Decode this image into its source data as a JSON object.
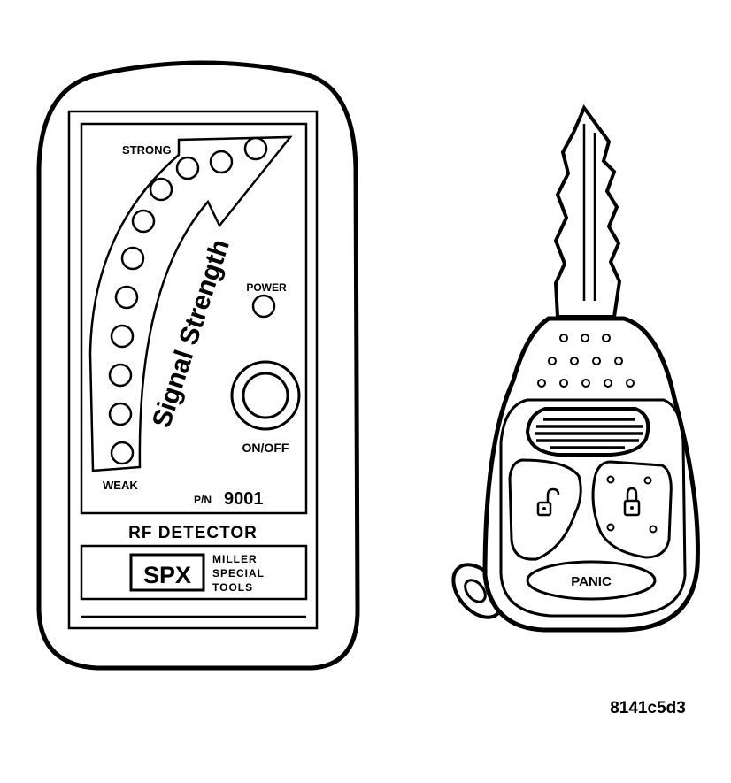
{
  "detector": {
    "strong_label": "STRONG",
    "weak_label": "WEAK",
    "signal_label": "Signal Strength",
    "power_label": "POWER",
    "onoff_label": "ON/OFF",
    "pn_prefix": "P/N",
    "pn_number": "9001",
    "title": "RF DETECTOR",
    "brand_logo": "SPX",
    "brand_lines": [
      "MILLER",
      "SPECIAL",
      "TOOLS"
    ],
    "led_count": 12
  },
  "key_fob": {
    "panic_label": "PANIC",
    "unlock_icon": "unlock-padlock-icon",
    "lock_icon": "lock-padlock-icon"
  },
  "figure_id": "8141c5d3"
}
